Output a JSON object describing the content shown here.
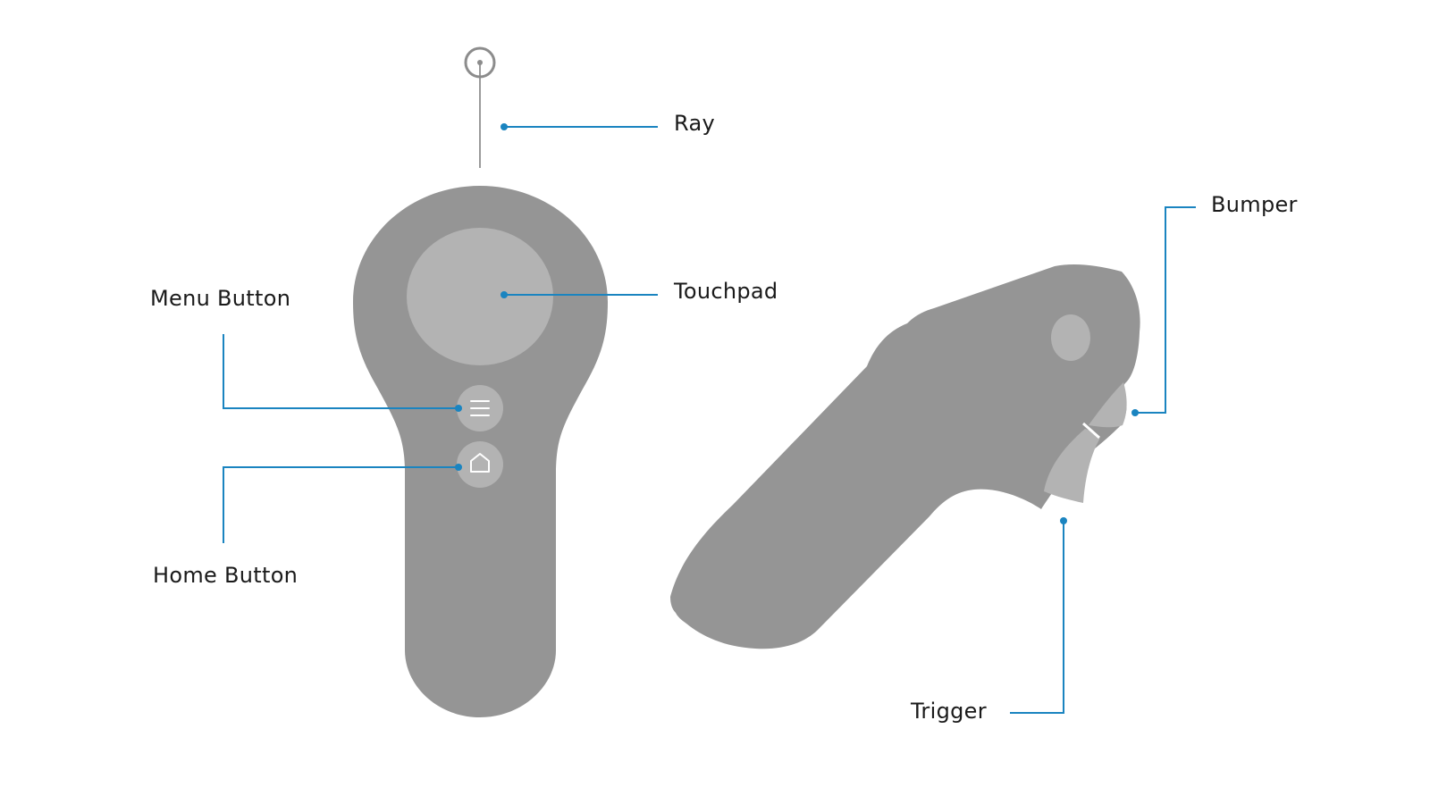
{
  "labels": {
    "ray": "Ray",
    "touchpad": "Touchpad",
    "menu_button": "Menu Button",
    "home_button": "Home Button",
    "bumper": "Bumper",
    "trigger": "Trigger"
  },
  "colors": {
    "body": "#959595",
    "touchpad": "#b3b3b3",
    "button": "#b3b3b3",
    "callout": "#1a84c0",
    "text": "#1a1a1a"
  }
}
